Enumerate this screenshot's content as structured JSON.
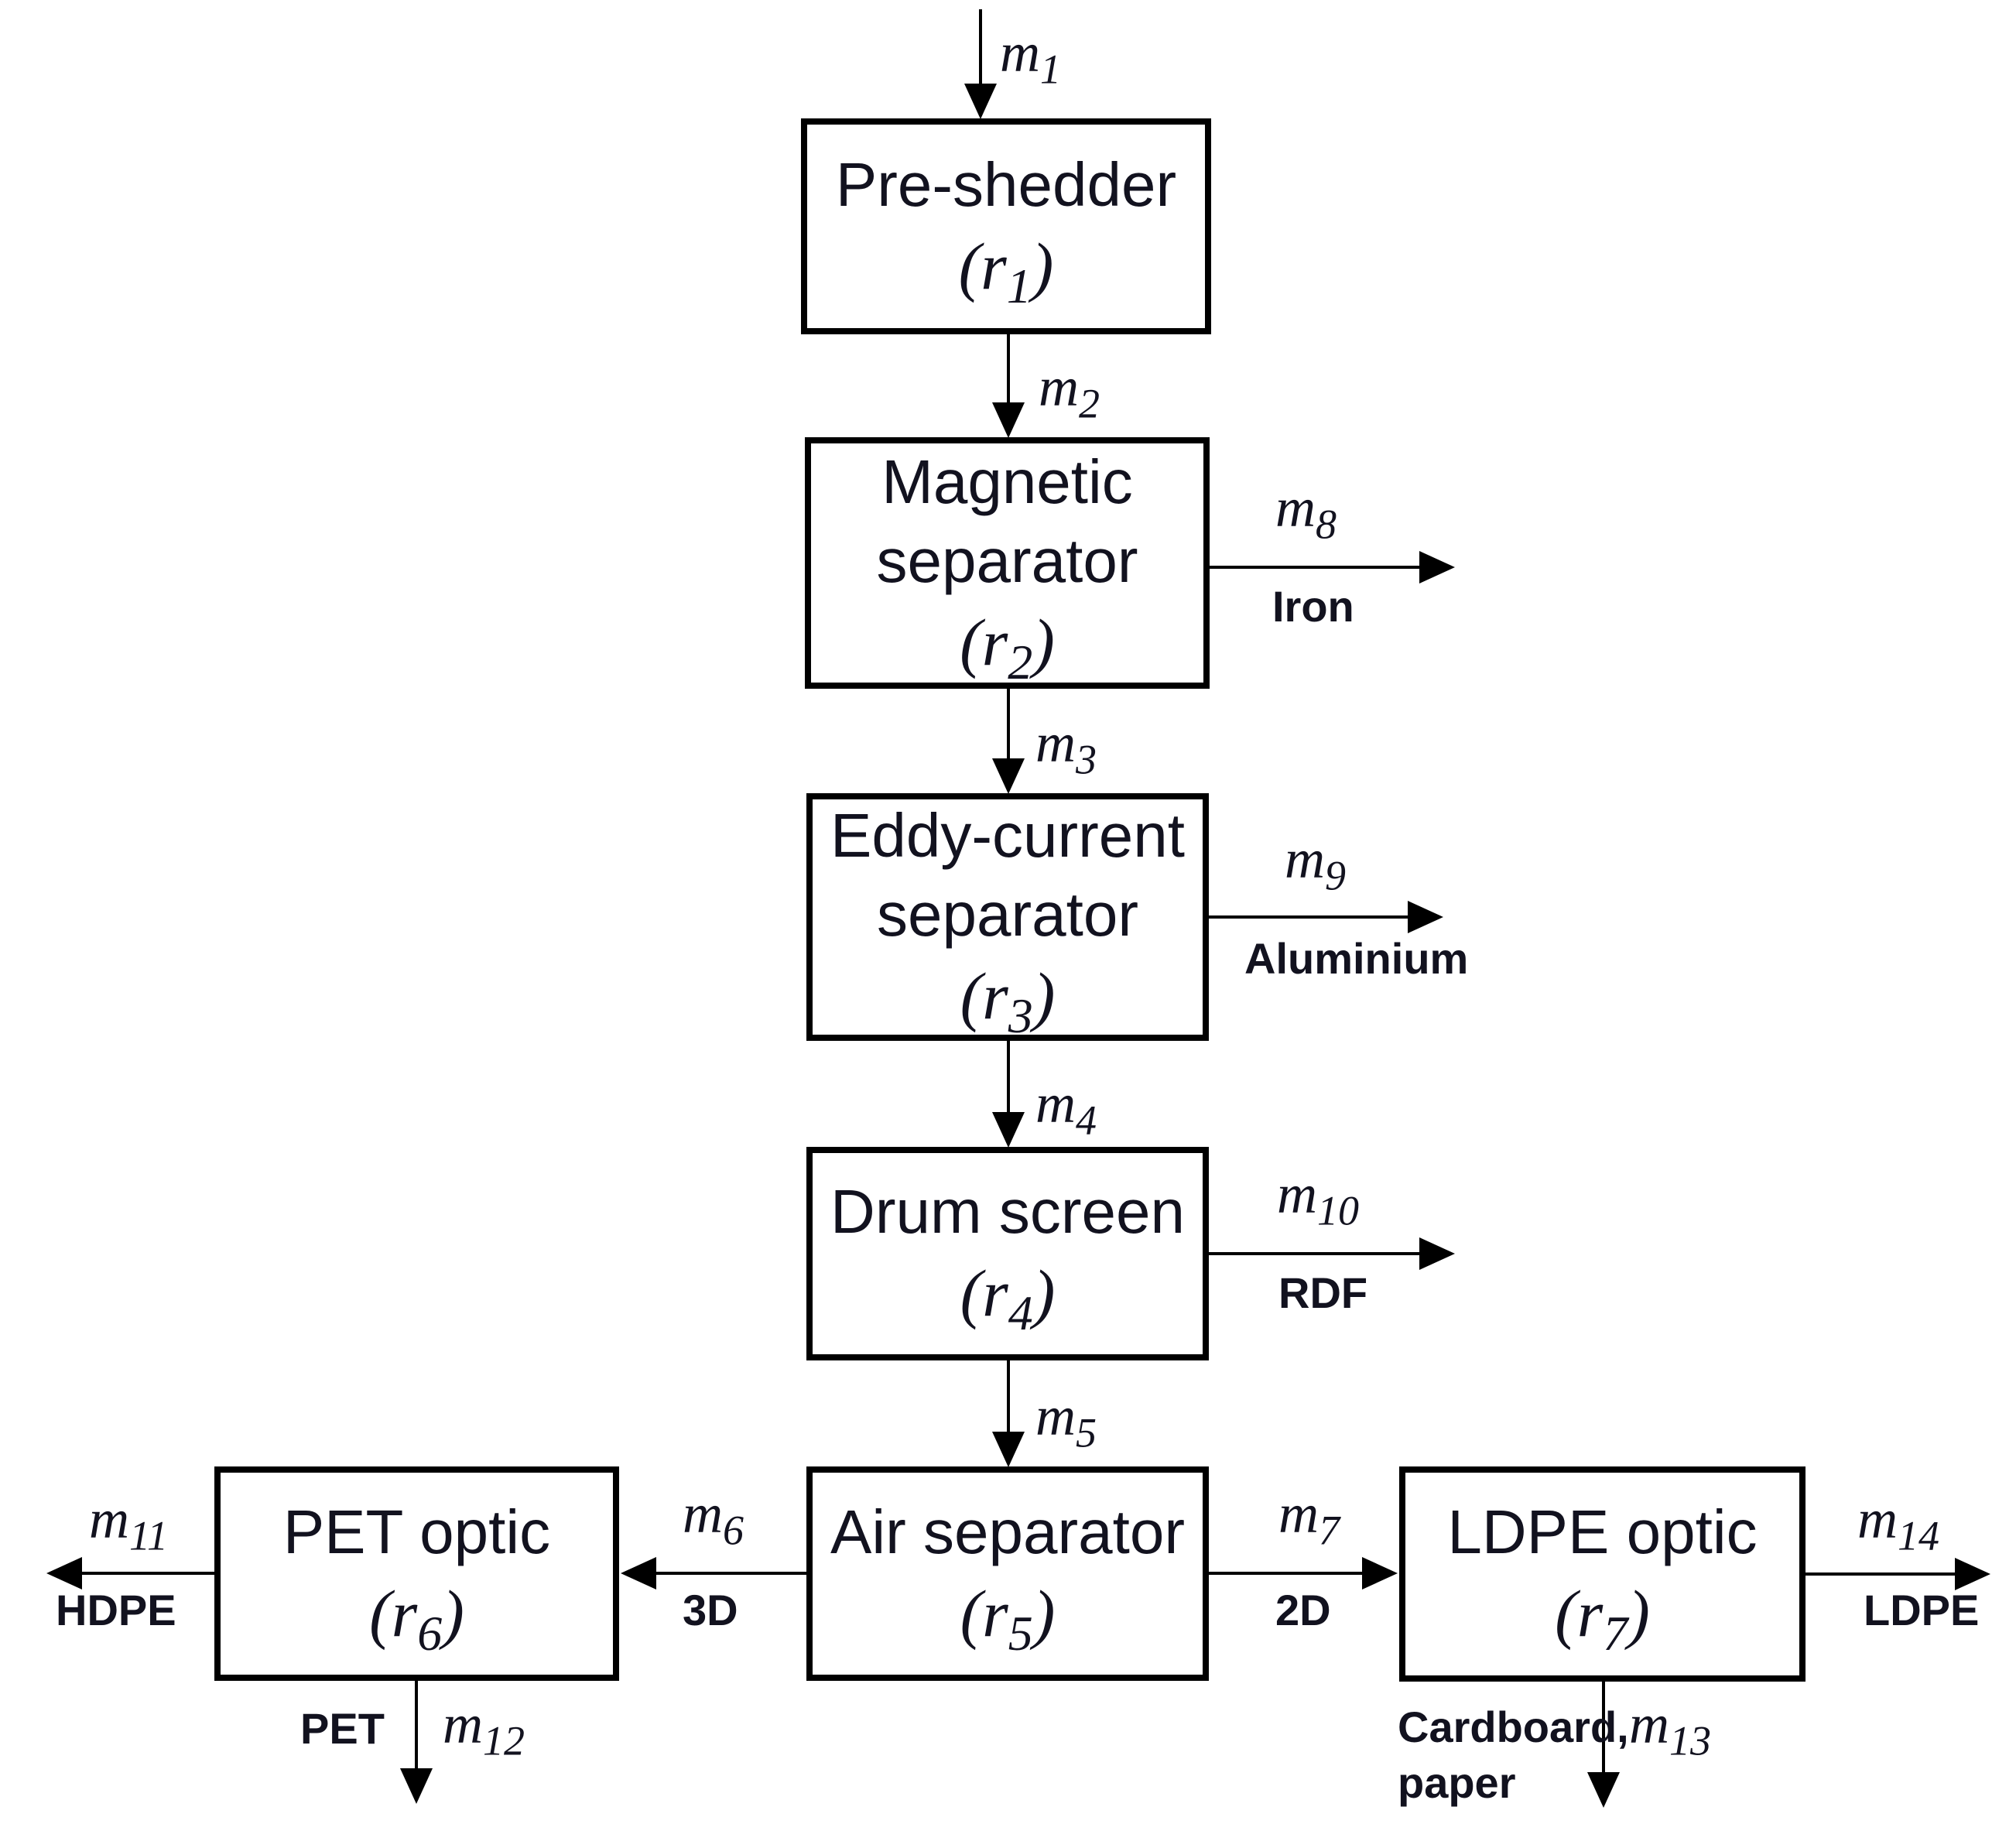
{
  "colors": {
    "ink": "#12121f",
    "line": "#000000",
    "background": "#ffffff"
  },
  "nodes": [
    {
      "id": "pre-shedder",
      "line1": "Pre-shedder",
      "r": {
        "pre": "(",
        "base": "r",
        "sub": "1",
        "post": ")"
      }
    },
    {
      "id": "magnetic-separator",
      "line1": "Magnetic",
      "line2": "separator",
      "r": {
        "pre": "(",
        "base": "r",
        "sub": "2",
        "post": ")"
      }
    },
    {
      "id": "eddy-current-separator",
      "line1": "Eddy-current",
      "line2": "separator",
      "r": {
        "pre": "(",
        "base": "r",
        "sub": "3",
        "post": ")"
      }
    },
    {
      "id": "drum-screen",
      "line1": "Drum screen",
      "r": {
        "pre": "(",
        "base": "r",
        "sub": "4",
        "post": ")"
      }
    },
    {
      "id": "air-separator",
      "line1": "Air separator",
      "r": {
        "pre": "(",
        "base": "r",
        "sub": "5",
        "post": ")"
      }
    },
    {
      "id": "pet-optic",
      "line1": "PET optic",
      "r": {
        "pre": "(",
        "base": "r",
        "sub": "6",
        "post": ")"
      }
    },
    {
      "id": "ldpe-optic",
      "line1": "LDPE optic",
      "r": {
        "pre": "(",
        "base": "r",
        "sub": "7",
        "post": ")"
      }
    }
  ],
  "streams": [
    {
      "id": "m1",
      "base": "m",
      "sub": "1"
    },
    {
      "id": "m2",
      "base": "m",
      "sub": "2"
    },
    {
      "id": "m3",
      "base": "m",
      "sub": "3"
    },
    {
      "id": "m4",
      "base": "m",
      "sub": "4"
    },
    {
      "id": "m5",
      "base": "m",
      "sub": "5"
    },
    {
      "id": "m6",
      "base": "m",
      "sub": "6",
      "product": "3D"
    },
    {
      "id": "m7",
      "base": "m",
      "sub": "7",
      "product": "2D"
    },
    {
      "id": "m8",
      "base": "m",
      "sub": "8",
      "product": "Iron"
    },
    {
      "id": "m9",
      "base": "m",
      "sub": "9",
      "product": "Aluminium"
    },
    {
      "id": "m10",
      "base": "m",
      "sub": "10",
      "product": "RDF"
    },
    {
      "id": "m11",
      "base": "m",
      "sub": "11",
      "product": "HDPE"
    },
    {
      "id": "m12",
      "base": "m",
      "sub": "12",
      "product": "PET"
    },
    {
      "id": "m13",
      "base": "m",
      "sub": "13",
      "product": "Cardboard,\npaper"
    },
    {
      "id": "m14",
      "base": "m",
      "sub": "14",
      "product": "LDPE"
    }
  ]
}
